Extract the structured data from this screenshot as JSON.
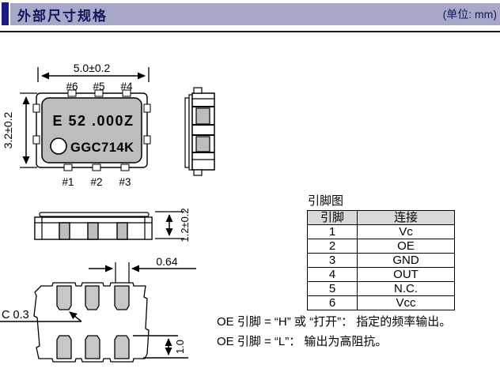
{
  "header": {
    "title": "外部尺寸规格",
    "unit_label": "(单位: mm)"
  },
  "package": {
    "marking_line1": "E 52 .000Z",
    "marking_line2": "GGC714K",
    "top_pins": [
      "#6",
      "#5",
      "#4"
    ],
    "bottom_pins": [
      "#1",
      "#2",
      "#3"
    ]
  },
  "dimensions": {
    "body_width": "5.0±0.2",
    "body_height": "3.2±0.2",
    "thickness": "1.2±0.2",
    "pad_width": "0.64",
    "chamfer": "C 0.3",
    "pad_length": "1.0"
  },
  "pin_table": {
    "title": "引脚图",
    "headers": [
      "引脚",
      "连接"
    ],
    "rows": [
      [
        "1",
        "Vc"
      ],
      [
        "2",
        "OE"
      ],
      [
        "3",
        "GND"
      ],
      [
        "4",
        "OUT"
      ],
      [
        "5",
        "N.C."
      ],
      [
        "6",
        "Vcc"
      ]
    ]
  },
  "notes": {
    "line1": "OE 引脚 = “H” 或 “打开”： 指定的频率输出。",
    "line2": "OE 引脚 = “L”： 输出为高阻抗。"
  },
  "colors": {
    "accent_navy": "#1c1c85",
    "header_bar_bg": "#a7a7c7",
    "header_text": "#16165e",
    "package_body_gray": "#bdbdbd",
    "pad_gray": "#c7c7c7",
    "table_header_bg": "#d9d9d9"
  }
}
